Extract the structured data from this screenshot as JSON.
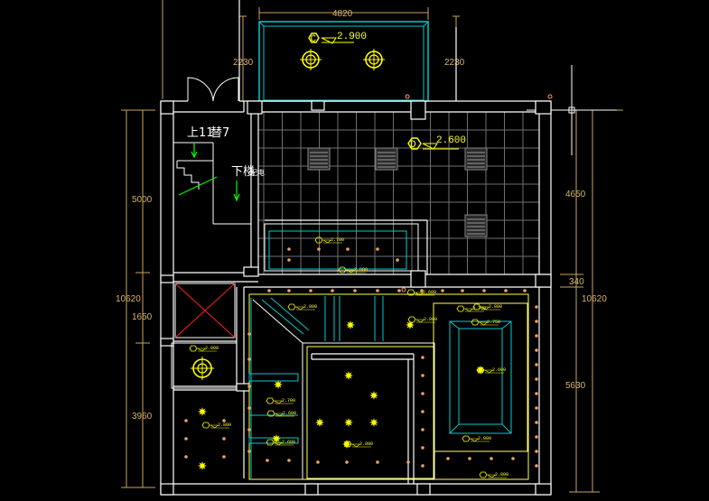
{
  "drawing": {
    "dimensions": {
      "top_width": "4820",
      "balcony_left": "2230",
      "balcony_right": "2230",
      "left_upper": "5000",
      "left_total": "10620",
      "left_mid": "1650",
      "left_lower": "3960",
      "right_upper": "4650",
      "right_small": "340",
      "right_total": "10620",
      "right_lower": "5630"
    },
    "elevations": {
      "balcony": {
        "mark": "C",
        "value": "2.900"
      },
      "hall": {
        "mark": "D",
        "value": "2.600"
      },
      "small_marks": [
        "2.700",
        "2.800",
        "2.600",
        "2.800",
        "2.700",
        "2.750",
        "2.800",
        "2.800",
        "2.700",
        "2.600",
        "2.800",
        "2.800",
        "2.800",
        "2.600",
        "2.800",
        "2.600",
        "2.800"
      ]
    },
    "stair_labels": {
      "up": "上11",
      "up_suffix": "替7",
      "down": "下楼",
      "down_suffix": "配电"
    }
  },
  "colors": {
    "wall": "#ffffff",
    "grid": "#6f6f6f",
    "cyan": "#00cccc",
    "yellow": "#ffff00",
    "dim": "#c9a55c",
    "green": "#00ff00",
    "red": "#ff2020",
    "lamp": "#f0a060"
  }
}
